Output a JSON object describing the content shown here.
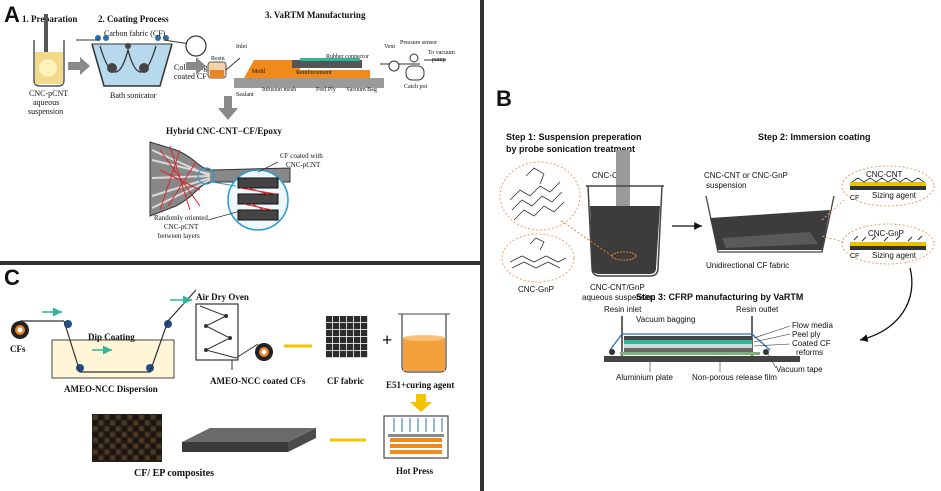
{
  "panels": {
    "A": {
      "letter": "A",
      "steps": {
        "preparation": "1. Preparation",
        "coating": "2. Coating Process",
        "vartm": "3. VaRTM Manufacturing"
      },
      "labels": {
        "carbon_fabric": "Carbon fabric (CF)",
        "cnc_pcnt_line1": "CNC-pCNT",
        "cnc_pcnt_line2": "aqueous",
        "cnc_pcnt_line3": "suspension",
        "bath_sonicator": "Bath sonicator",
        "collecting_line1": "Collecting",
        "collecting_line2": "coated CF",
        "inlet": "Inlet",
        "resin": "Resin",
        "mold": "Mold",
        "sealant": "Sealant",
        "infusion_mesh": "Infusion mesh",
        "peel_ply": "Peel Ply",
        "reinforcement": "Reinforcement",
        "rubber_connector": "Rubber connector",
        "vent": "Vent",
        "pressure_sensor": "Pressure sensor",
        "to_vacuum_line1": "To vacuum",
        "to_vacuum_line2": "pump",
        "vacuum_bag": "Vacuum Bag",
        "catch_pot": "Catch pot",
        "hybrid_title": "Hybrid CNC-CNT−CF/Epoxy",
        "cf_coated_line1": "CF coated with",
        "cf_coated_line2": "CNC-pCNT",
        "random_line1": "Randomly oriented",
        "random_line2": "CNC-pCNT",
        "random_line3": "between layers"
      }
    },
    "B": {
      "letter": "B",
      "labels": {
        "step1_line1": "Step 1: Suspension preperation",
        "step1_line2": "by probe sonication treatment",
        "step2": "Step 2: Immersion coating",
        "cnc_cnt": "CNC-CNT",
        "cnc_gnp": "CNC-GnP",
        "suspension_line1": "CNC-CNT/GnP",
        "suspension_line2": "aqueous suspension",
        "immersion_line1": "CNC-CNT or CNC-GnP",
        "immersion_line2": "suspension",
        "unidirectional": "Unidirectional CF fabric",
        "bubble_cnc_cnt": "CNC-CNT",
        "bubble_cnc_gnp": "CNC-GnP",
        "sizing_agent_1": "Sizing agent",
        "sizing_agent_2": "Sizing agent",
        "cf_1": "CF",
        "cf_2": "CF",
        "step3": "Step 3: CFRP manufacturing by VaRTM",
        "resin_inlet": "Resin inlet",
        "resin_outlet": "Resin outlet",
        "vacuum_bagging": "Vacuum bagging",
        "flow_media": "Flow media",
        "peel_ply": "Peel ply",
        "coated_cf_line1": "Coated CF",
        "coated_cf_line2": "reforms",
        "vacuum_tape": "Vacuum tape",
        "aluminium_plate": "Aluminium plate",
        "release_film": "Non-porous release film"
      }
    },
    "C": {
      "letter": "C",
      "labels": {
        "cfs": "CFs",
        "dip_coating": "Dip Coating",
        "dispersion": "AMEO-NCC Dispersion",
        "air_dry_oven": "Air Dry Oven",
        "coated_cfs": "AMEO-NCC coated CFs",
        "cf_fabric": "CF fabric",
        "plus": "+",
        "curing": "E51+curing agent",
        "hot_press": "Hot Press",
        "composites": "CF/ EP composites"
      }
    },
    "colors": {
      "arrow_gray": "#8a8a8a",
      "divider": "#333333",
      "yellow": "#f5c400",
      "orange": "#f08a1c",
      "teal": "#2fb59a",
      "water_blue": "#b7d9ee",
      "dark_liquid": "#3c3c3c"
    }
  }
}
